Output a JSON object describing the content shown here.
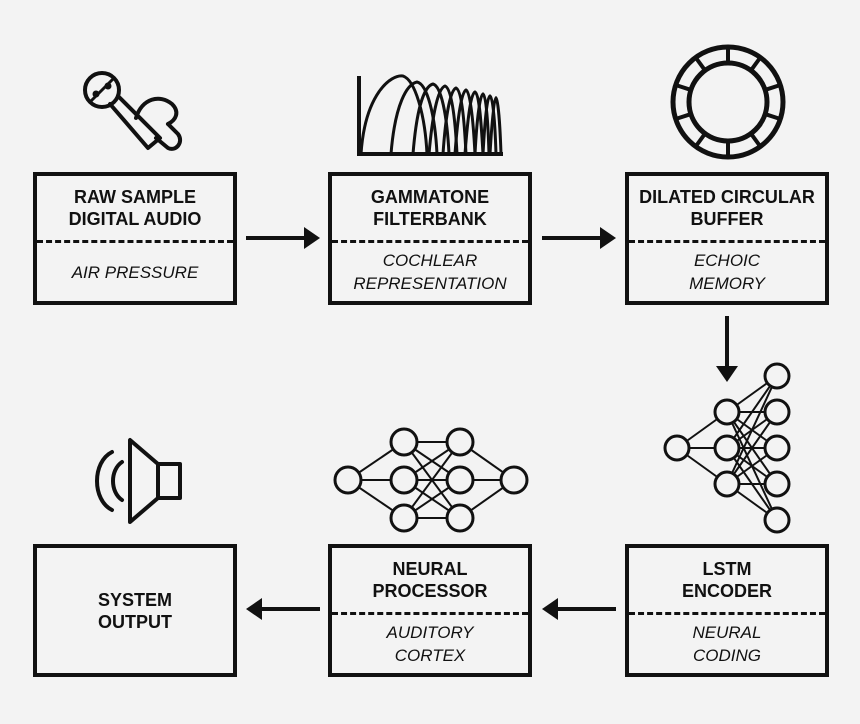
{
  "nodes": [
    {
      "id": "raw-sample",
      "title": "RAW SAMPLE\nDIGITAL AUDIO",
      "subtitle": "AIR PRESSURE",
      "icon": "microphone-icon"
    },
    {
      "id": "gammatone",
      "title": "GAMMATONE\nFILTERBANK",
      "subtitle": "COCHLEAR\nREPRESENTATION",
      "icon": "filterbank-icon"
    },
    {
      "id": "circular-buffer",
      "title": "DILATED CIRCULAR\nBUFFER",
      "subtitle": "ECHOIC\nMEMORY",
      "icon": "circular-buffer-icon"
    },
    {
      "id": "lstm",
      "title": "LSTM\nENCODER",
      "subtitle": "NEURAL\nCODING",
      "icon": "neural-network-icon"
    },
    {
      "id": "neural-processor",
      "title": "NEURAL\nPROCESSOR",
      "subtitle": "AUDITORY\nCORTEX",
      "icon": "neural-network-icon"
    },
    {
      "id": "system-output",
      "title": "SYSTEM\nOUTPUT",
      "icon": "speaker-icon"
    }
  ],
  "edges": [
    {
      "from": "raw-sample",
      "to": "gammatone"
    },
    {
      "from": "gammatone",
      "to": "circular-buffer"
    },
    {
      "from": "circular-buffer",
      "to": "lstm"
    },
    {
      "from": "lstm",
      "to": "neural-processor"
    },
    {
      "from": "neural-processor",
      "to": "system-output"
    }
  ],
  "colors": {
    "ink": "#111111",
    "background": "#f3f3f3"
  }
}
